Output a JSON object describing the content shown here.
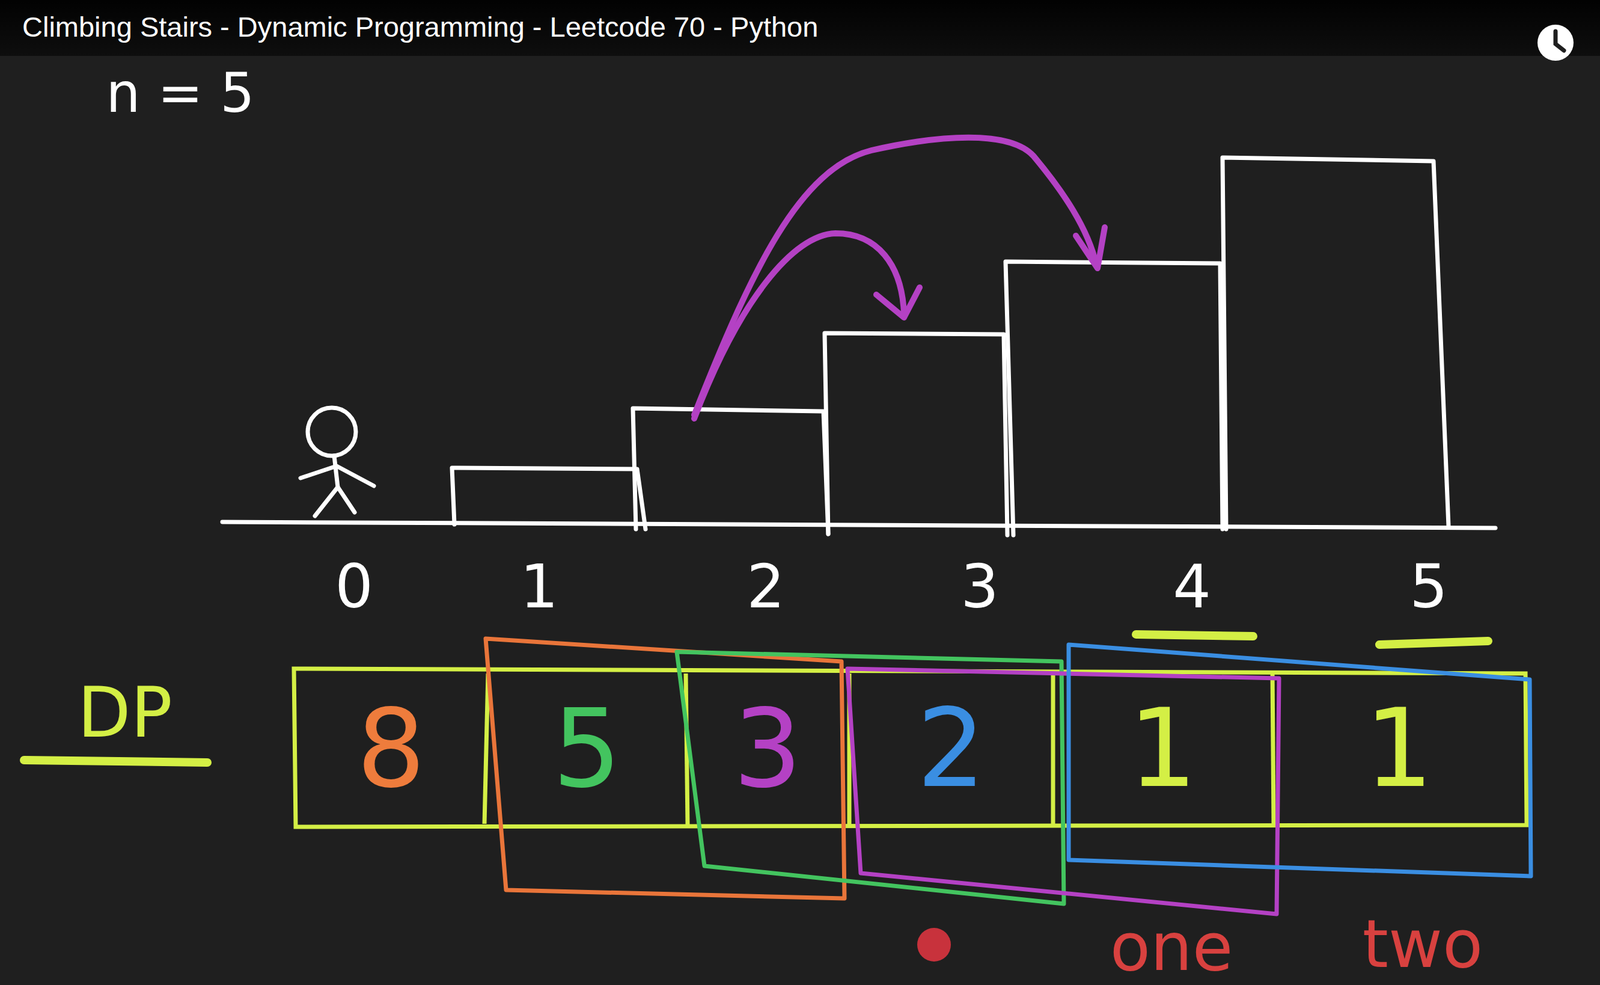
{
  "diagram": {
    "title": "Climbing Stairs - Dynamic Programming - Leetcode 70 - Python",
    "nodes": [
      {
        "text": [
          "8"
        ]
      },
      {
        "text": [
          "5"
        ]
      },
      {
        "text": [
          "3"
        ]
      },
      {
        "text": [
          "2"
        ]
      },
      {
        "text": [
          "1"
        ]
      },
      {
        "text": [
          "1"
        ]
      }
    ],
    "labels": [
      "n = 5",
      "0",
      "1",
      "2",
      "3",
      "4",
      "5",
      "DP",
      "one",
      "two"
    ]
  }
}
